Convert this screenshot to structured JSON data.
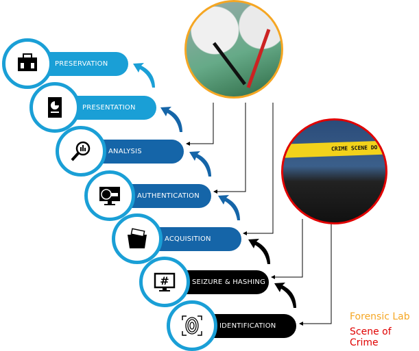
{
  "steps": [
    {
      "label": "PRESERVATION",
      "icon": "briefcase-icon",
      "color": "#1a9fd6"
    },
    {
      "label": "PRESENTATION",
      "icon": "report-icon",
      "color": "#1a9fd6"
    },
    {
      "label": "ANALYSIS",
      "icon": "magnifier-chart-icon",
      "color": "#1565a8"
    },
    {
      "label": "AUTHENTICATION",
      "icon": "fingerprint-monitor-icon",
      "color": "#1565a8"
    },
    {
      "label": "ACQUISITION",
      "icon": "folder-icon",
      "color": "#1565a8"
    },
    {
      "label": "SEIZURE & HASHING",
      "icon": "hash-monitor-icon",
      "color": "#000000"
    },
    {
      "label": "IDENTIFICATION",
      "icon": "fingerprint-icon",
      "color": "#000000"
    }
  ],
  "photos": {
    "lab_border": "#f5a623",
    "crime_border": "#e00000",
    "tape_text": "CRIME SCENE DO NOT CROSS"
  },
  "legend": {
    "lab": "Forensic Lab",
    "lab_color": "#f5a623",
    "crime": "Scene of Crime",
    "crime_color": "#e00000"
  }
}
